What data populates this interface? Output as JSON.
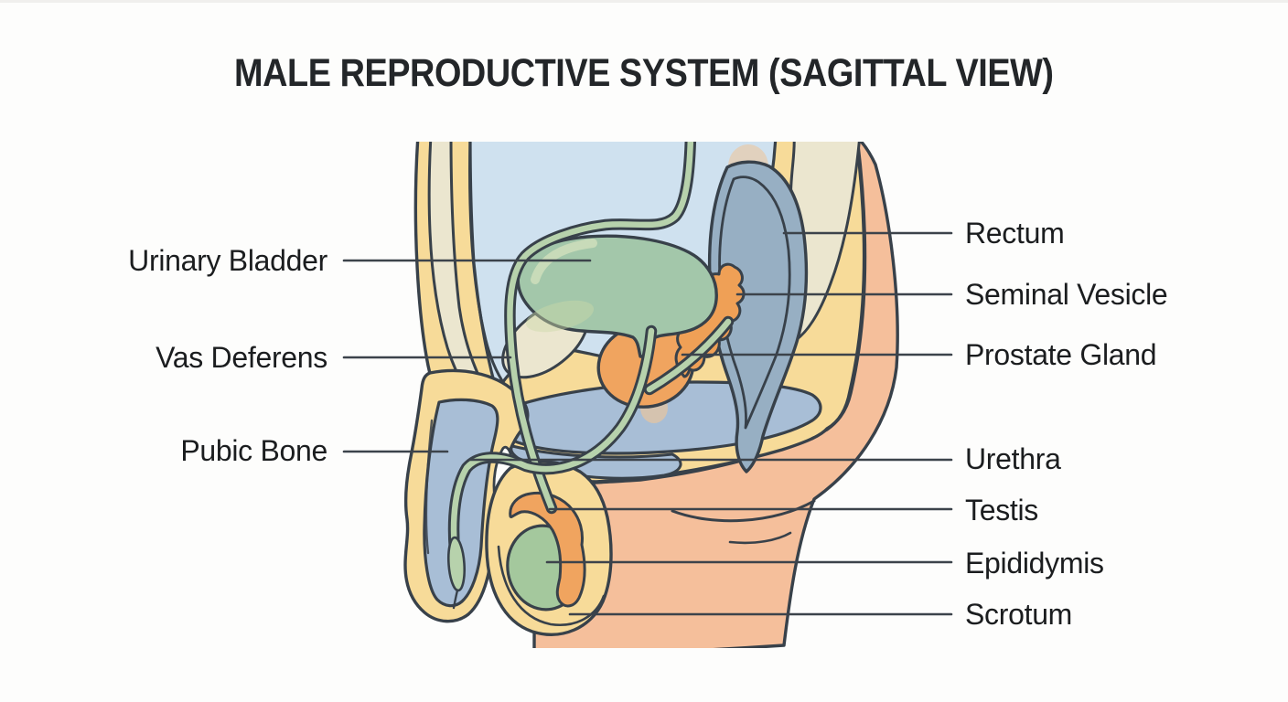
{
  "title": "MALE REPRODUCTIVE SYSTEM (SAGITTAL VIEW)",
  "labels": {
    "left": [
      {
        "text": "Urinary Bladder"
      },
      {
        "text": "Vas Deferens"
      },
      {
        "text": "Pubic Bone"
      }
    ],
    "right": [
      {
        "text": "Rectum"
      },
      {
        "text": "Seminal Vesicle"
      },
      {
        "text": "Prostate Gland"
      },
      {
        "text": "Urethra"
      },
      {
        "text": "Testis"
      },
      {
        "text": "Epididymis"
      },
      {
        "text": "Scrotum"
      }
    ]
  },
  "palette": {
    "background": "#fdfdfc",
    "body_tissue_yellow": "#f7db99",
    "skin_salmon": "#f5bf9b",
    "abdominal_cavity_blue": "#cfe1ef",
    "bladder_green": "#a3c7aa",
    "tube_green": "#b7d2ac",
    "testis_green": "#a4c89d",
    "organ_orange": "#f0a45f",
    "bone_cream": "#ebe6cf",
    "pubic_penis_blue": "#a8bed6",
    "rectum_blue": "#97afc3",
    "outline_dark": "#38414a",
    "pointer_line": "#3c434b",
    "label_text": "#1b1d1f"
  }
}
